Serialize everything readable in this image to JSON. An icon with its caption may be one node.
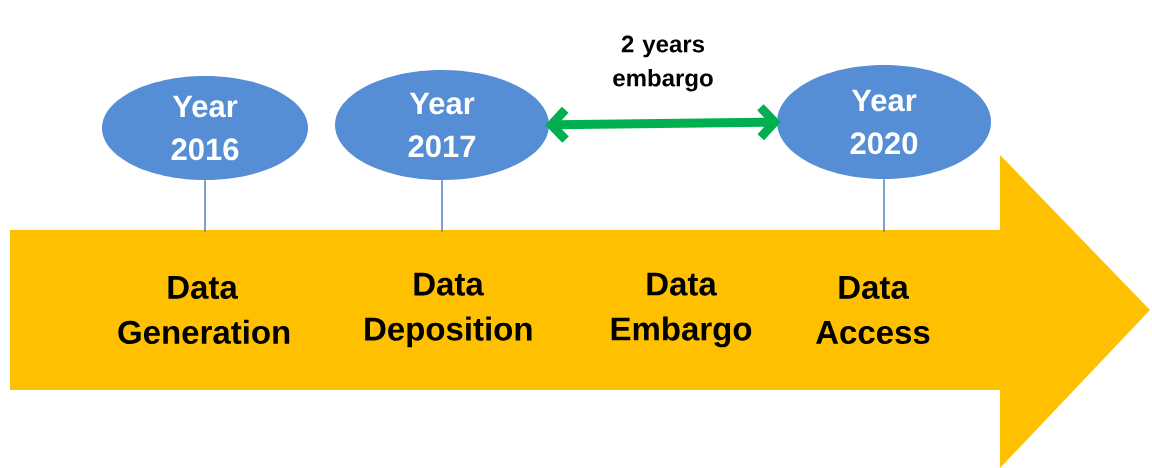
{
  "diagram": {
    "nodes": [
      {
        "text": [
          "Year 2016"
        ]
      },
      {
        "text": [
          "Year 2017"
        ]
      },
      {
        "text": [
          "Year 2020"
        ]
      },
      {
        "text": [],
        "shape": "arrow"
      },
      {
        "text": [
          "Data Generation"
        ],
        "in": 3
      },
      {
        "text": [
          "Data Deposition"
        ],
        "in": 3
      },
      {
        "text": [
          "Data Embargo"
        ],
        "in": 3
      },
      {
        "text": [
          "Data Access"
        ],
        "in": 3
      }
    ],
    "edges": [
      {
        "from": 0,
        "to": 4,
        "arrow": "none"
      },
      {
        "from": 1,
        "to": 5,
        "arrow": "none"
      },
      {
        "from": 2,
        "to": 7,
        "arrow": "none"
      },
      {
        "from": 1,
        "to": 2,
        "arrow": "both",
        "label": "2 years embargo",
        "style": "thick",
        "color": "#00b050"
      }
    ]
  }
}
